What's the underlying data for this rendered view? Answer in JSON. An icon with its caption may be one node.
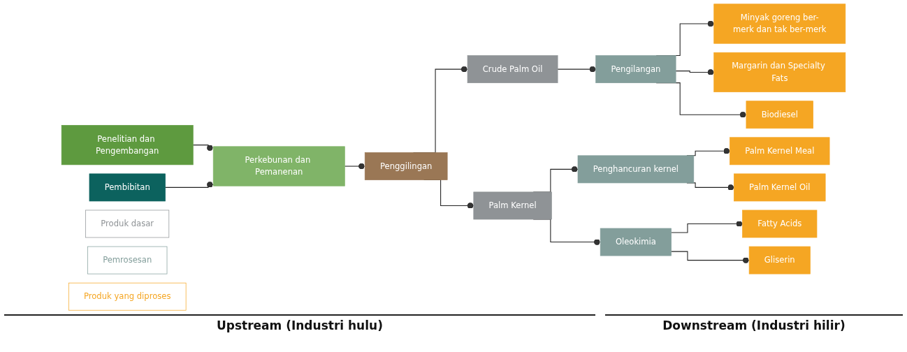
{
  "diagram": {
    "nodes": [
      {
        "text": [
          "Penelitian dan Pengembangan"
        ]
      },
      {
        "text": [
          "Pembibitan"
        ]
      },
      {
        "text": [
          "Perkebunan dan Pemanenan"
        ]
      },
      {
        "text": [
          "Penggilingan"
        ]
      },
      {
        "text": [
          "Produk dasar"
        ]
      },
      {
        "text": [
          "Pemrosesan"
        ]
      },
      {
        "text": [
          "Produk yang diproses"
        ]
      },
      {
        "text": [
          "Crude Palm Oil"
        ]
      },
      {
        "text": [
          "Pengilangan"
        ]
      },
      {
        "text": [
          "Minyak goreng ber-merk dan tak ber-merk"
        ]
      },
      {
        "text": [
          "Margarin dan Specialty Fats"
        ]
      },
      {
        "text": [
          "Biodiesel"
        ]
      },
      {
        "text": [
          "Palm Kernel"
        ]
      },
      {
        "text": [
          "Penghancuran kernel"
        ]
      },
      {
        "text": [
          "Oleokimia"
        ]
      },
      {
        "text": [
          "Palm Kernel Meal"
        ]
      },
      {
        "text": [
          "Palm Kernel Oil"
        ]
      },
      {
        "text": [
          "Fatty Acids"
        ]
      },
      {
        "text": [
          "Gliserin"
        ]
      }
    ],
    "edges": [
      {
        "from": 0,
        "to": 2,
        "arrow": "other"
      },
      {
        "from": 1,
        "to": 2,
        "arrow": "other"
      },
      {
        "from": 2,
        "to": 3,
        "arrow": "other"
      },
      {
        "from": 3,
        "to": 7,
        "arrow": "other"
      },
      {
        "from": 3,
        "to": 12,
        "arrow": "other"
      },
      {
        "from": 7,
        "to": 8,
        "arrow": "other"
      },
      {
        "from": 8,
        "to": 9,
        "arrow": "other"
      },
      {
        "from": 8,
        "to": 10,
        "arrow": "other"
      },
      {
        "from": 8,
        "to": 11,
        "arrow": "other"
      },
      {
        "from": 12,
        "to": 13,
        "arrow": "other"
      },
      {
        "from": 12,
        "to": 14,
        "arrow": "other"
      },
      {
        "from": 13,
        "to": 15,
        "arrow": "other"
      },
      {
        "from": 13,
        "to": 16,
        "arrow": "other"
      },
      {
        "from": 14,
        "to": 17,
        "arrow": "other"
      },
      {
        "from": 14,
        "to": 18,
        "arrow": "other"
      }
    ],
    "labels": [
      "Upstream (Industri hulu)",
      "Downstream (Industri hilir)"
    ]
  }
}
